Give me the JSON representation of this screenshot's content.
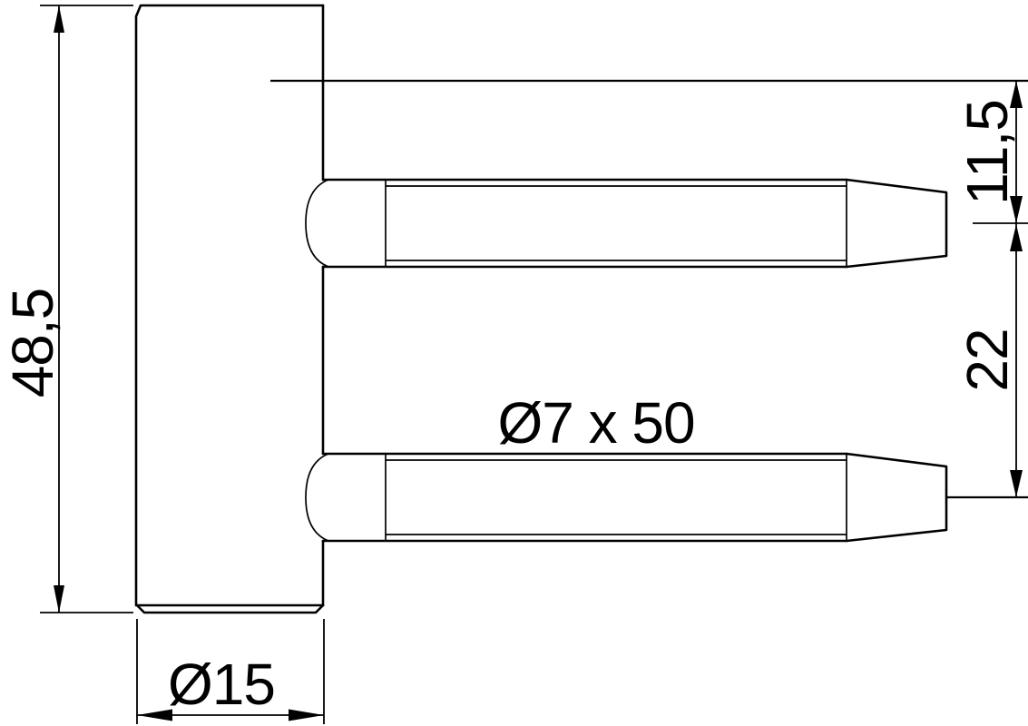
{
  "drawing": {
    "kind": "technical-drawing",
    "subject": "door-hinge frame part with two fixing pins",
    "background_color": "#ffffff",
    "line_color": "#000000",
    "labels": {
      "overall_height": "48,5",
      "pin_offset_top": "11,5",
      "pin_spacing": "22",
      "pin_size": "Ø7 x 50",
      "body_diameter": "Ø15"
    }
  }
}
